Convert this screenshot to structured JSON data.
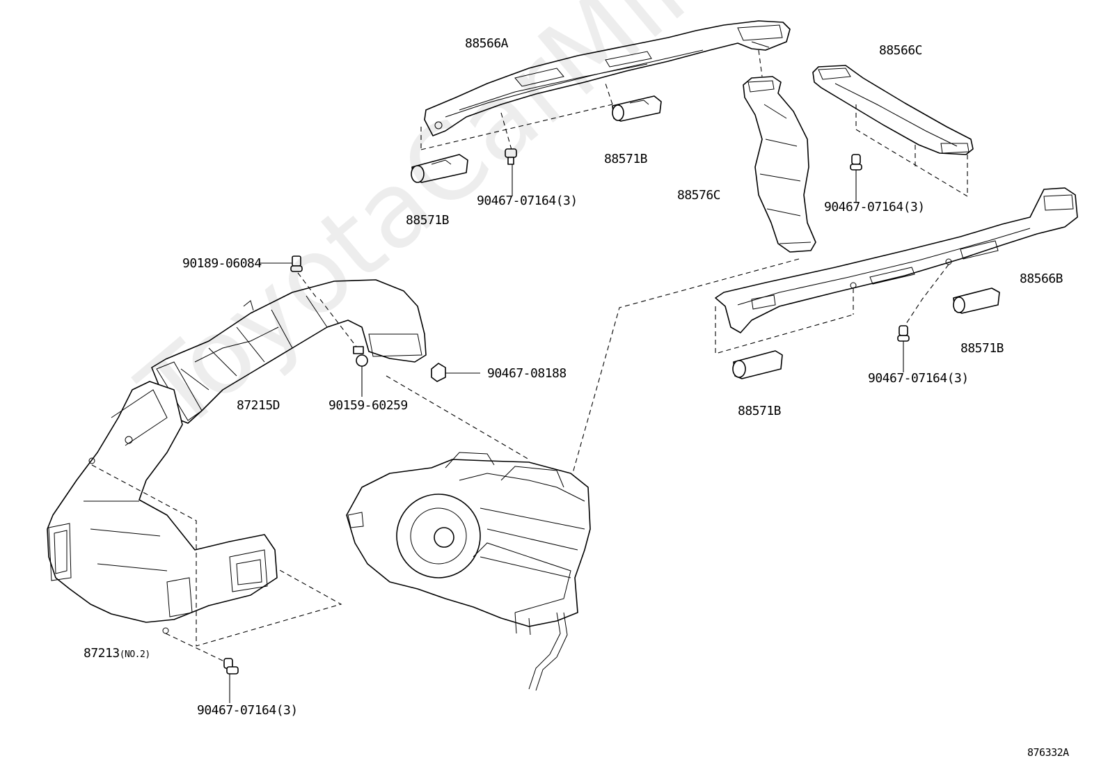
{
  "watermark": "ToyotaCarMine.ru",
  "diagram_ref": "876332A",
  "parts": {
    "duct_88566A": "88566A",
    "duct_88566C": "88566C",
    "duct_88566B": "88566B",
    "duct_88576C": "88576C",
    "duct_87215D": "87215D",
    "duct_87213": "87213",
    "duct_87213_note": "(NO.2)",
    "register_left_top": "88571B",
    "register_mid_top": "88571B",
    "register_right": "88571B",
    "register_right_lower": "88571B",
    "clip_top_mid": "90467-07164(3)",
    "clip_top_right": "90467-07164(3)",
    "clip_right_lower": "90467-07164(3)",
    "clip_bottom_left": "90467-07164(3)",
    "bolt_90189": "90189-06084",
    "screw_90159": "90159-60259",
    "clip_90467_08188": "90467-08188"
  }
}
